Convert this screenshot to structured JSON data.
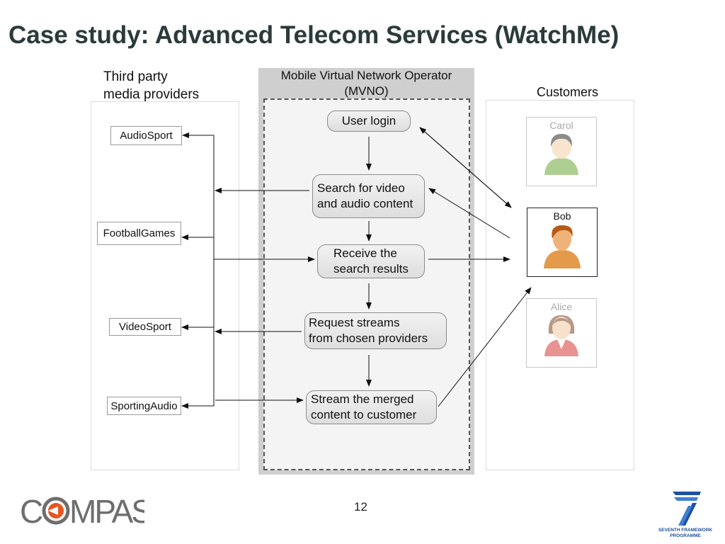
{
  "title": "Case study: Advanced Telecom Services (WatchMe)",
  "headings": {
    "providers_line1": "Third party",
    "providers_line2": "media providers",
    "mvno_line1": "Mobile Virtual Network Operator",
    "mvno_line2": "(MVNO)",
    "customers": "Customers"
  },
  "providers": [
    "AudioSport",
    "FootballGames",
    "VideoSport",
    "SportingAudio"
  ],
  "steps": [
    {
      "line1": "User login",
      "line2": ""
    },
    {
      "line1": "Search for video",
      "line2": "and audio content"
    },
    {
      "line1": "Receive the",
      "line2": "search results"
    },
    {
      "line1": "Request streams",
      "line2": "from chosen providers"
    },
    {
      "line1": "Stream the merged",
      "line2": "content to customer"
    }
  ],
  "customers": [
    "Carol",
    "Bob",
    "Alice"
  ],
  "page_number": "12",
  "logo": {
    "text": "COMPAS",
    "accent": "#e8541e"
  },
  "fp7_logo": {
    "text": "SEVENTH FRAMEWORK PROGRAMME",
    "color": "#1f4fa0"
  },
  "colors": {
    "title": "#2b3a3a",
    "mvno_panel": "#cfcfcf"
  }
}
